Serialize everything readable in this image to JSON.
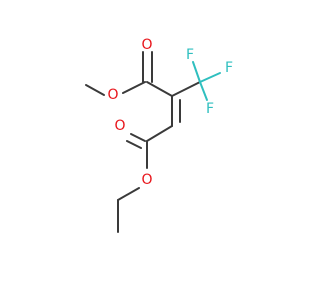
{
  "molecule": {
    "colors": {
      "bond": "#3a3a3a",
      "oxygen": "#e8141a",
      "fluorine": "#2fbfbf",
      "background": "#ffffff"
    },
    "atoms": {
      "o_carbonyl_top": "O",
      "o_methoxy": "O",
      "o_carbonyl_bottom": "O",
      "o_ethoxy": "O",
      "f_top": "F",
      "f_right": "F",
      "f_bottom": "F"
    }
  }
}
